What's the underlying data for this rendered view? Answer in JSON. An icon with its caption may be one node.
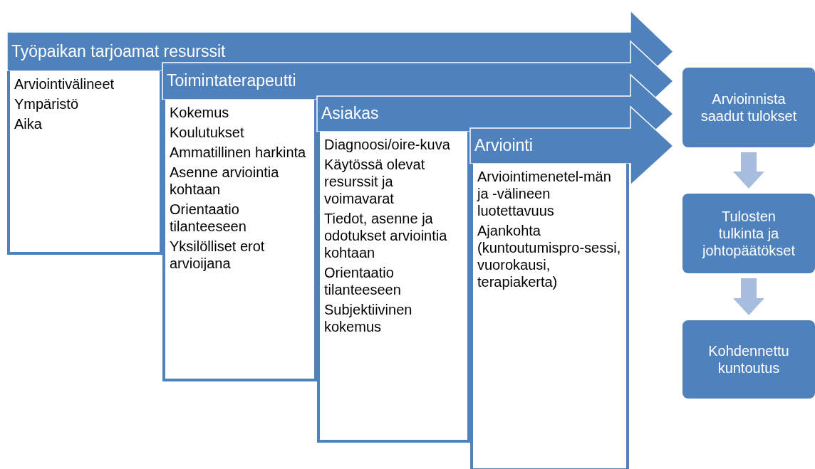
{
  "diagram": {
    "nodes": [
      {
        "text": [
          "Työpaikan tarjoamat resurssit"
        ]
      },
      {
        "text": [
          "Arviointivälineet",
          "Ympäristö",
          "Aika"
        ]
      },
      {
        "text": [
          "Toimintaterapeutti"
        ]
      },
      {
        "text": [
          "Kokemus",
          "Koulutukset",
          "Ammatillinen harkinta",
          "Asenne arviointia kohtaan",
          "Orientaatio tilanteeseen",
          "Yksilölliset erot arvioijana"
        ]
      },
      {
        "text": [
          "Asiakas"
        ]
      },
      {
        "text": [
          "Diagnoosi/oire-kuva",
          "Käytössä olevat resurssit ja voimavarat",
          "Tiedot, asenne ja odotukset arviointia kohtaan",
          "Orientaatio tilanteeseen",
          "Subjektiivinen kokemus"
        ]
      },
      {
        "text": [
          "Arviointi"
        ]
      },
      {
        "text": [
          "Arviointimenetel-män ja -välineen luotettavuus",
          "Ajankohta (kuntoutumispro-sessi, vuorokausi, terapiakerta)"
        ]
      },
      {
        "text": [
          "Arvioinnista saadut tulokset"
        ]
      },
      {
        "text": [
          "Tulosten tulkinta ja johtopäätökset"
        ]
      },
      {
        "text": [
          "Kohdennettu kuntoutus"
        ]
      }
    ],
    "edges": [
      {
        "from": 8,
        "to": 9,
        "arrow": "to"
      },
      {
        "from": 9,
        "to": 10,
        "arrow": "to"
      }
    ]
  }
}
